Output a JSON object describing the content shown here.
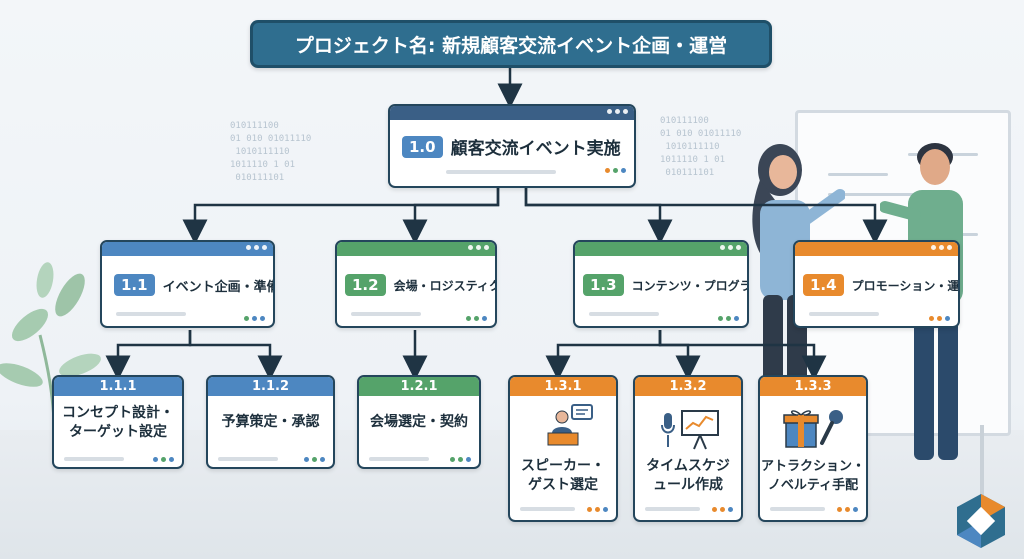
{
  "title": "プロジェクト名: 新規顧客交流イベント企画・運営",
  "root": {
    "id": "1.0",
    "label": "顧客交流イベント実施"
  },
  "level1": [
    {
      "id": "1.1",
      "label": "イベント企画・準備",
      "color": "#4d87c1"
    },
    {
      "id": "1.2",
      "label": "会場・ロジスティクス",
      "color": "#55a36a"
    },
    {
      "id": "1.3",
      "label": "コンテンツ・プログラム",
      "color": "#55a36a"
    },
    {
      "id": "1.4",
      "label": "プロモーション・運営",
      "color": "#e88a2d"
    }
  ],
  "level2": [
    {
      "id": "1.1.1",
      "line1": "コンセプト設計・",
      "line2": "ターゲット設定",
      "color": "#4d87c1"
    },
    {
      "id": "1.1.2",
      "line1": "予算策定・承認",
      "line2": "",
      "color": "#4d87c1"
    },
    {
      "id": "1.2.1",
      "line1": "会場選定・契約",
      "line2": "",
      "color": "#55a36a"
    },
    {
      "id": "1.3.1",
      "line1": "スピーカー・",
      "line2": "ゲスト選定",
      "color": "#e88a2d",
      "icon": "speaker-podium-icon"
    },
    {
      "id": "1.3.2",
      "line1": "タイムスケジ",
      "line2": "ュール作成",
      "color": "#e88a2d",
      "icon": "microphone-board-icon"
    },
    {
      "id": "1.3.3",
      "line1": "アトラクション・",
      "line2": "ノベルティ手配",
      "color": "#e88a2d",
      "icon": "gift-microphone-icon"
    }
  ],
  "decor_bits": "010111100\n01 010 01011110\n 1010111110\n1011110 1 01\n 010111101"
}
